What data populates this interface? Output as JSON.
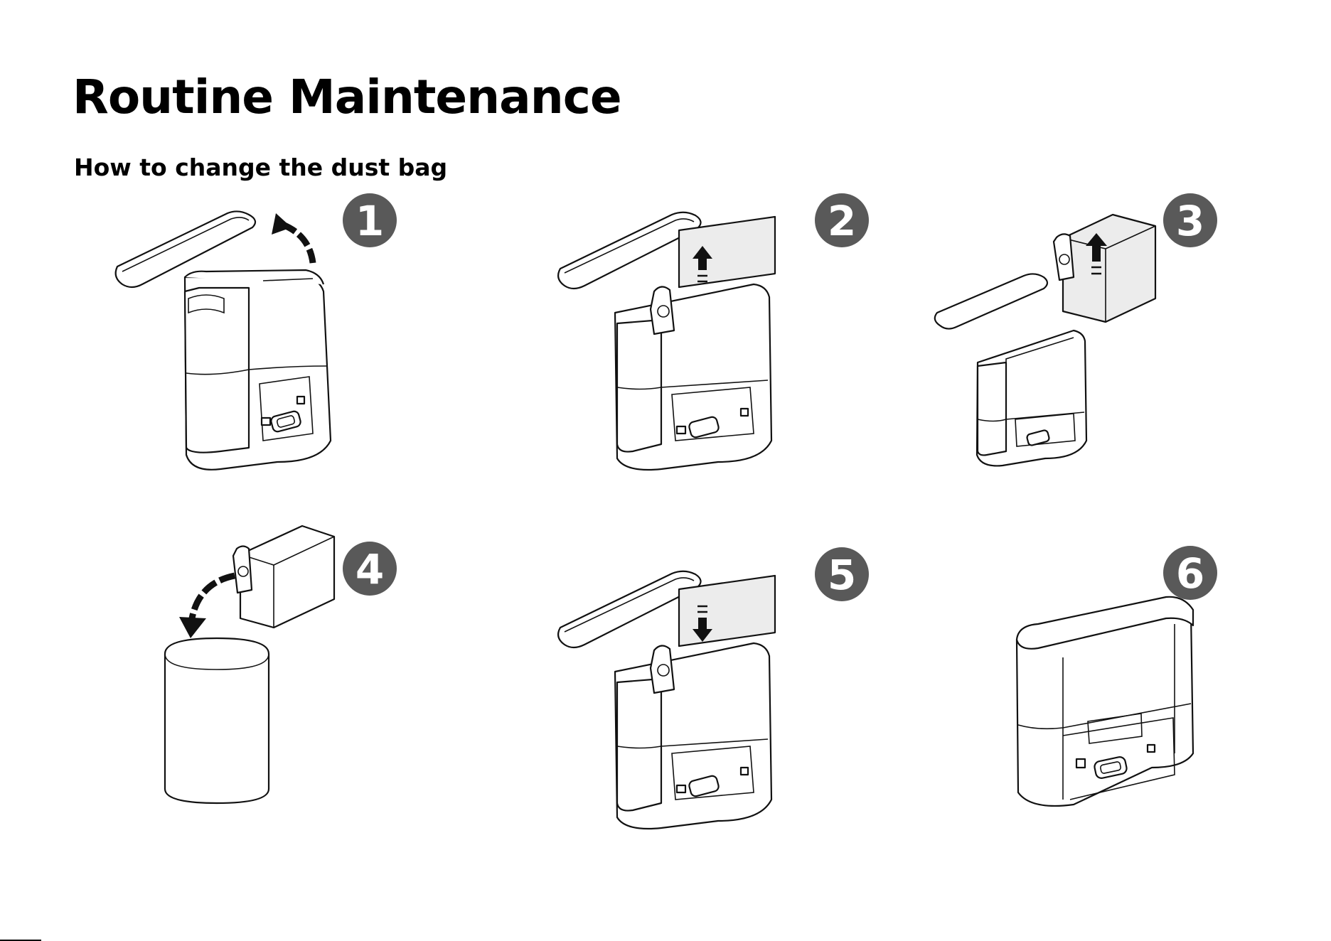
{
  "title": "Routine Maintenance",
  "subtitle": "How to change the dust bag",
  "steps": [
    {
      "number": "1"
    },
    {
      "number": "2"
    },
    {
      "number": "3"
    },
    {
      "number": "4"
    },
    {
      "number": "5"
    },
    {
      "number": "6"
    }
  ],
  "colors": {
    "badge_fill": "#595959",
    "badge_text": "#ffffff",
    "line_art": "#111111",
    "bag_fill": "#ececec"
  },
  "icons": [
    "curved-arrow-icon",
    "up-arrow-icon",
    "down-arrow-icon"
  ]
}
